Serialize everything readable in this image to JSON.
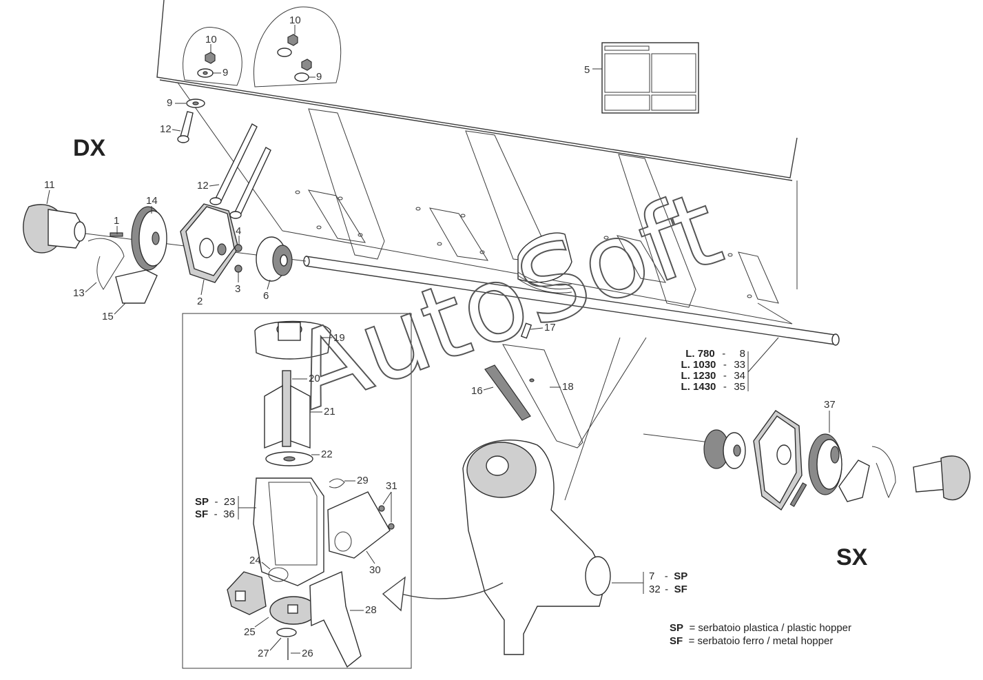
{
  "sides": {
    "right": "DX",
    "left": "SX"
  },
  "watermark": "AutoSoft",
  "callouts": {
    "c1": "1",
    "c2": "2",
    "c3": "3",
    "c4": "4",
    "c5": "5",
    "c6": "6",
    "c9a": "9",
    "c9b": "9",
    "c9c": "9",
    "c10a": "10",
    "c10b": "10",
    "c11": "11",
    "c12a": "12",
    "c12b": "12",
    "c13": "13",
    "c14": "14",
    "c15": "15",
    "c16": "16",
    "c17": "17",
    "c18": "18",
    "c19": "19",
    "c20": "20",
    "c21": "21",
    "c22": "22",
    "c24": "24",
    "c25": "25",
    "c26": "26",
    "c27": "27",
    "c28": "28",
    "c29": "29",
    "c30": "30",
    "c31": "31",
    "c37": "37"
  },
  "shaft_lengths": [
    {
      "length": "L. 780",
      "dash": "-",
      "part": "8"
    },
    {
      "length": "L. 1030",
      "dash": "-",
      "part": "33"
    },
    {
      "length": "L. 1230",
      "dash": "-",
      "part": "34"
    },
    {
      "length": "L. 1430",
      "dash": "-",
      "part": "35"
    }
  ],
  "hopper_variants": [
    {
      "code": "SP",
      "dash": "-",
      "part": "23"
    },
    {
      "code": "SF",
      "dash": "-",
      "part": "36"
    }
  ],
  "body_variants": [
    {
      "part": "7",
      "dash": "-",
      "code": "SP"
    },
    {
      "part": "32",
      "dash": "-",
      "code": "SF"
    }
  ],
  "legend": [
    {
      "code": "SP",
      "text": "= serbatoio plastica / plastic hopper"
    },
    {
      "code": "SF",
      "text": "= serbatoio ferro / metal hopper"
    }
  ]
}
